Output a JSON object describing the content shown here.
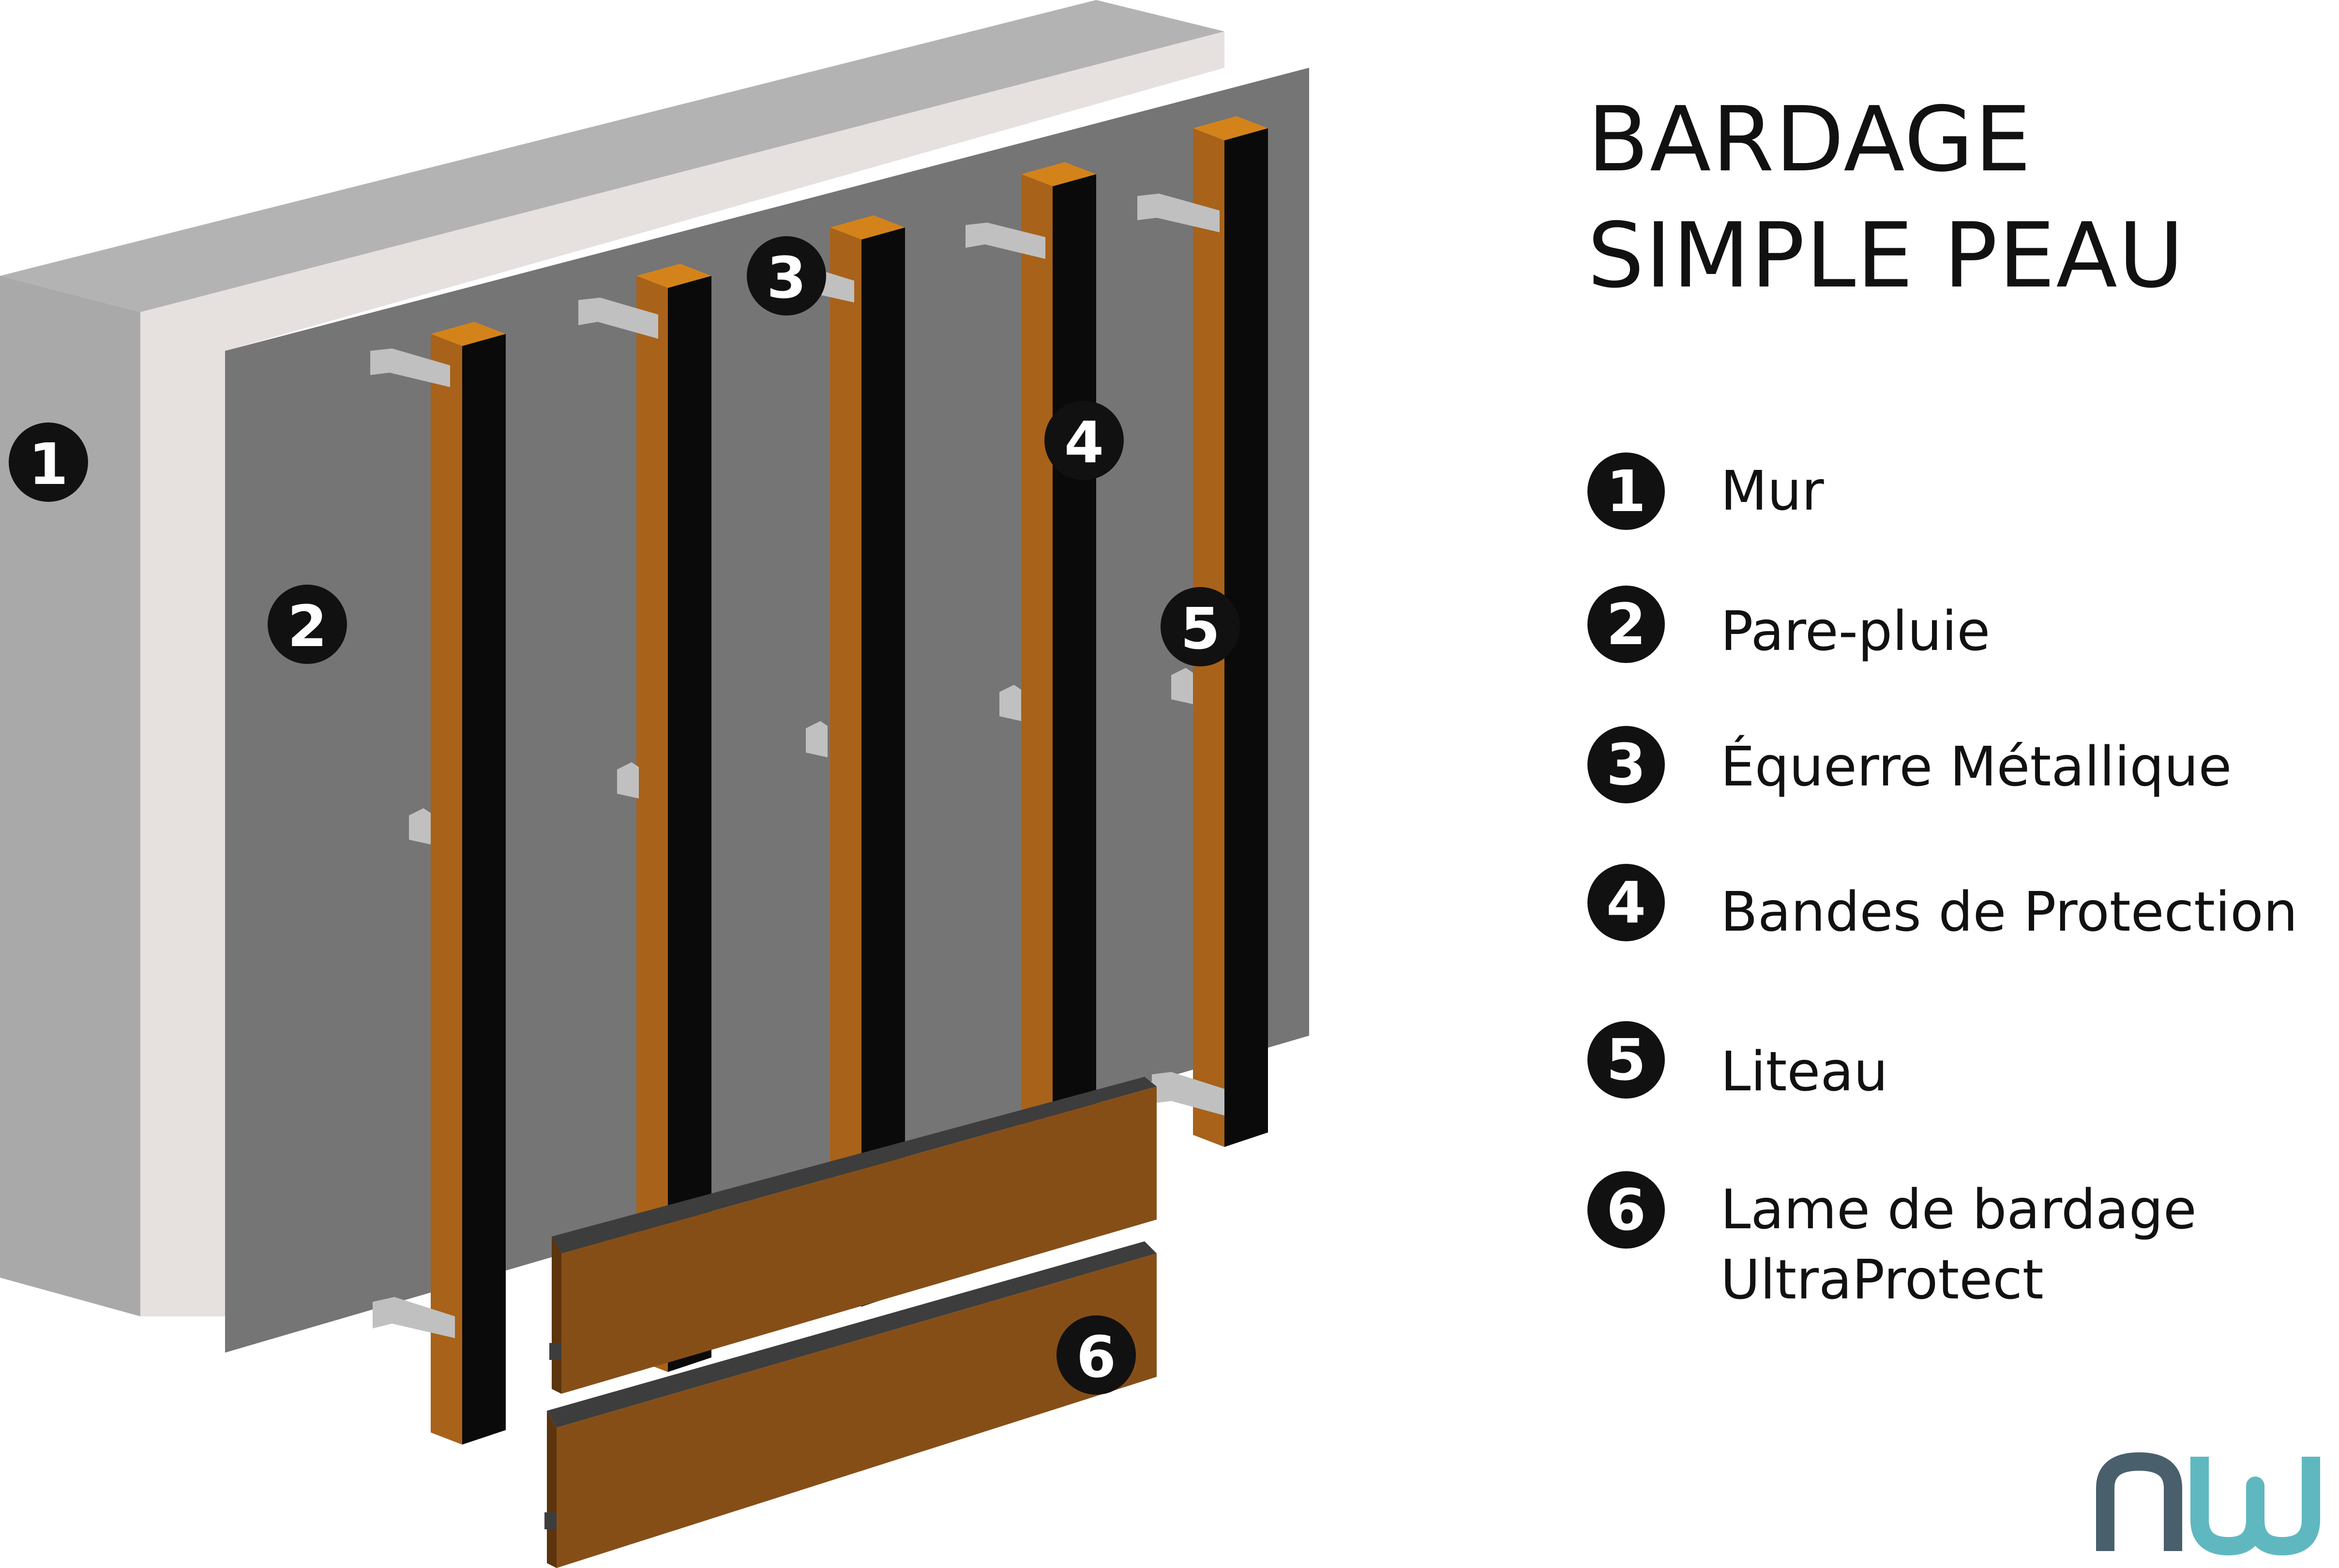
{
  "title": {
    "line1": "BARDAGE",
    "line2": "SIMPLE PEAU"
  },
  "markers": [
    "1",
    "2",
    "3",
    "4",
    "5",
    "6"
  ],
  "legend": [
    {
      "number": "1",
      "label": "Mur"
    },
    {
      "number": "2",
      "label": "Pare-pluie"
    },
    {
      "number": "3",
      "label": "Équerre Métallique"
    },
    {
      "number": "4",
      "label": "Bandes de Protection"
    },
    {
      "number": "5",
      "label": "Liteau"
    },
    {
      "number": "6",
      "label": "Lame de bardage",
      "label2": "UltraProtect"
    }
  ],
  "logo": {
    "text": "nw",
    "color_n": "#4a5f6c",
    "color_w": "#5fb8c0"
  },
  "colors": {
    "wall_face": "#a9a9a9",
    "wall_top": "#b3b3b3",
    "insulation_face": "#e6e1df",
    "membrane": "#757575",
    "batten_face": "#a8621a",
    "batten_top": "#d4831a",
    "protection_strip": "#0a0a0a",
    "bracket": "#c0c0c0",
    "board_face": "#864e17",
    "board_edge": "#3d3d3d"
  }
}
